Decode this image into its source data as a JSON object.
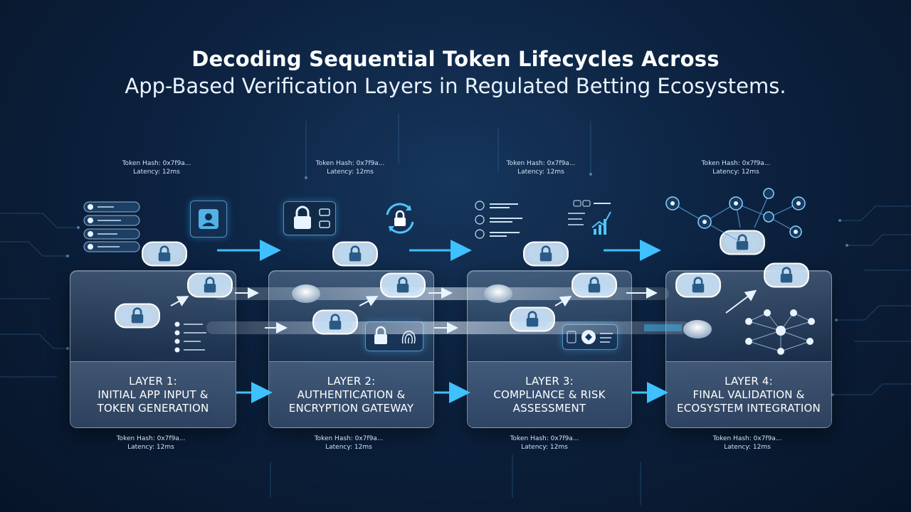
{
  "title": {
    "line1": "Decoding Sequential Token Lifecycles Across",
    "line2": "App-Based Verification Layers in Regulated Betting Ecosystems."
  },
  "layers": [
    {
      "line1": "LAYER 1:",
      "line2": "INITIAL APP INPUT &",
      "line3": "TOKEN GENERATION",
      "top_hash": "Token Hash: 0x7f9a...",
      "top_latency": "Latency: 12ms",
      "bottom_hash": "Token Hash: 0x7f9a...",
      "bottom_latency": "Latency: 12ms"
    },
    {
      "line1": "LAYER 2:",
      "line2": "AUTHENTICATION &",
      "line3": "ENCRYPTION GATEWAY",
      "top_hash": "Token Hash: 0x7f9a...",
      "top_latency": "Latency: 12ms",
      "bottom_hash": "Token Hash: 0x7f9a...",
      "bottom_latency": "Latency: 12ms"
    },
    {
      "line1": "LAYER 3:",
      "line2": "COMPLIANCE & RISK",
      "line3": "ASSESSMENT",
      "top_hash": "Token Hash: 0x7f9a...",
      "top_latency": "Latency: 12ms",
      "bottom_hash": "Token Hash: 0x7f9a...",
      "bottom_latency": "Latency: 12ms"
    },
    {
      "line1": "LAYER 4:",
      "line2": "FINAL VALIDATION &",
      "line3": "ECOSYSTEM INTEGRATION",
      "top_hash": "Token Hash: 0x7f9a...",
      "top_latency": "Latency: 12ms",
      "bottom_hash": "Token Hash: 0x7f9a...",
      "bottom_latency": "Latency: 12ms"
    }
  ],
  "icons": {
    "token": "lock-token-icon",
    "user": "user-profile-icon",
    "fingerprint": "fingerprint-icon",
    "sync": "sync-lock-icon",
    "chart": "analytics-chart-icon",
    "network": "network-graph-icon"
  },
  "colors": {
    "background": "#0c2240",
    "accent": "#3fc0ff",
    "panel_border": "#6ebef0",
    "text": "#ffffff"
  }
}
